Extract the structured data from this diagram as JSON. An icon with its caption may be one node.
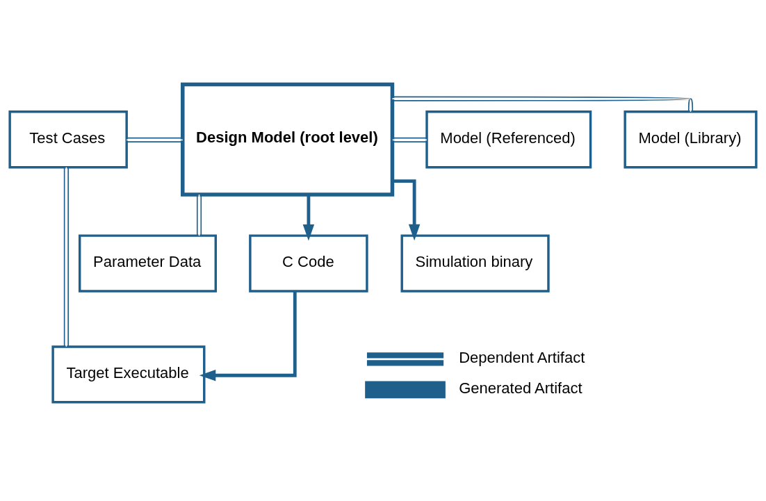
{
  "diagram": {
    "nodes": [
      {
        "text": [
          "Test Cases"
        ]
      },
      {
        "text": [
          "Design Model (root level)"
        ]
      },
      {
        "text": [
          "Model (Library)"
        ]
      },
      {
        "text": [
          "Model (Referenced)"
        ]
      },
      {
        "text": [
          "Parameter Data"
        ]
      },
      {
        "text": [
          "C Code"
        ]
      },
      {
        "text": [
          "Simulation binary"
        ]
      },
      {
        "text": [
          "Target Executable"
        ]
      }
    ],
    "edges": [
      {
        "from": 0,
        "to": 1,
        "arrow": "none"
      },
      {
        "from": 1,
        "to": 2,
        "arrow": "none"
      },
      {
        "from": 1,
        "to": 3,
        "arrow": "none"
      },
      {
        "from": 1,
        "to": 4,
        "arrow": "none"
      },
      {
        "from": 1,
        "to": 5,
        "arrow": "to",
        "style": "thick"
      },
      {
        "from": 1,
        "to": 6,
        "arrow": "to",
        "style": "thick"
      },
      {
        "from": 5,
        "to": 7,
        "arrow": "to",
        "style": "thick"
      },
      {
        "from": 0,
        "to": 7,
        "arrow": "none"
      }
    ],
    "legend": [
      {
        "text": "Dependent Artifact"
      },
      {
        "text": "Generated Artifact"
      }
    ]
  }
}
